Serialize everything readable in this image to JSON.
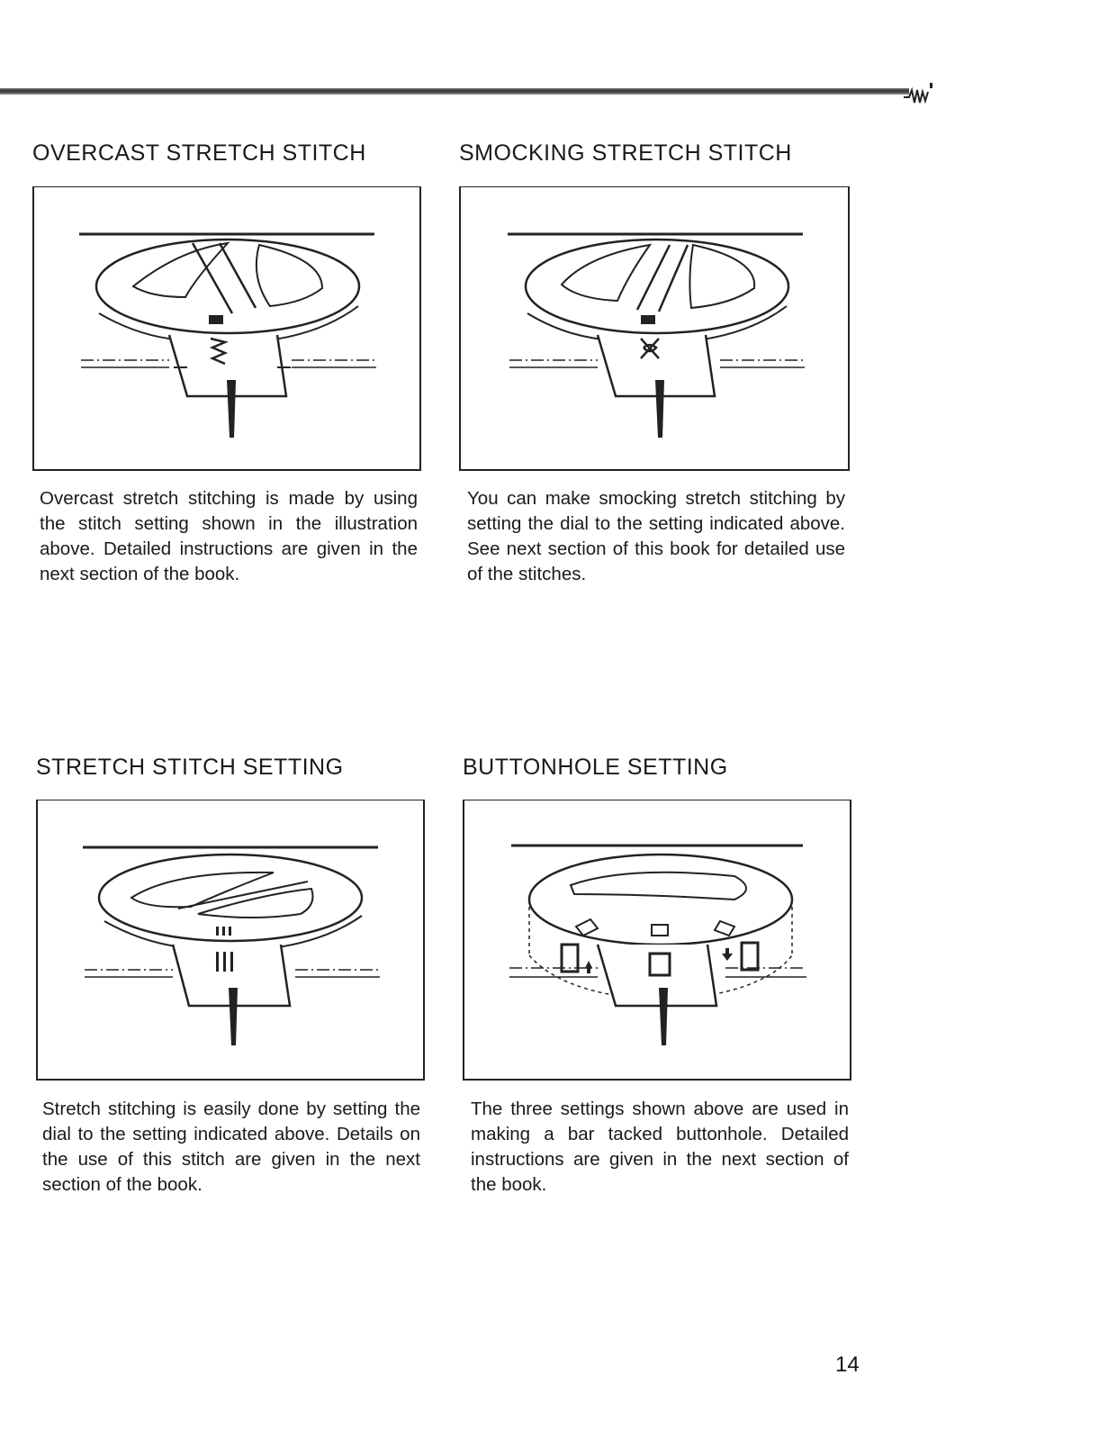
{
  "sections": [
    {
      "title": "OVERCAST STRETCH STITCH",
      "caption": "Overcast stretch stitching is made by using the stitch setting shown in the illustration above. Detailed instructions are given in the next section of the book."
    },
    {
      "title": "SMOCKING STRETCH STITCH",
      "caption": "You can make smocking stretch stitching by setting the dial to the setting indicated above. See next section of this book for detailed use of the stitches."
    },
    {
      "title": "STRETCH STITCH SETTING",
      "caption": "Stretch stitching is easily done by setting the dial to the setting indicated above. Details on the use of this stitch are given in the next section of the book."
    },
    {
      "title": "BUTTONHOLE SETTING",
      "caption": "The three settings shown above are used in making a bar tacked buttonhole. Detailed instructions are given in the next section of the book."
    }
  ],
  "page_number": "14",
  "icons": {
    "dial_overcast": "stitch-dial-icon",
    "dial_smocking": "stitch-dial-icon",
    "dial_stretch": "stitch-dial-icon",
    "dial_buttonhole": "buttonhole-dial-icon"
  }
}
